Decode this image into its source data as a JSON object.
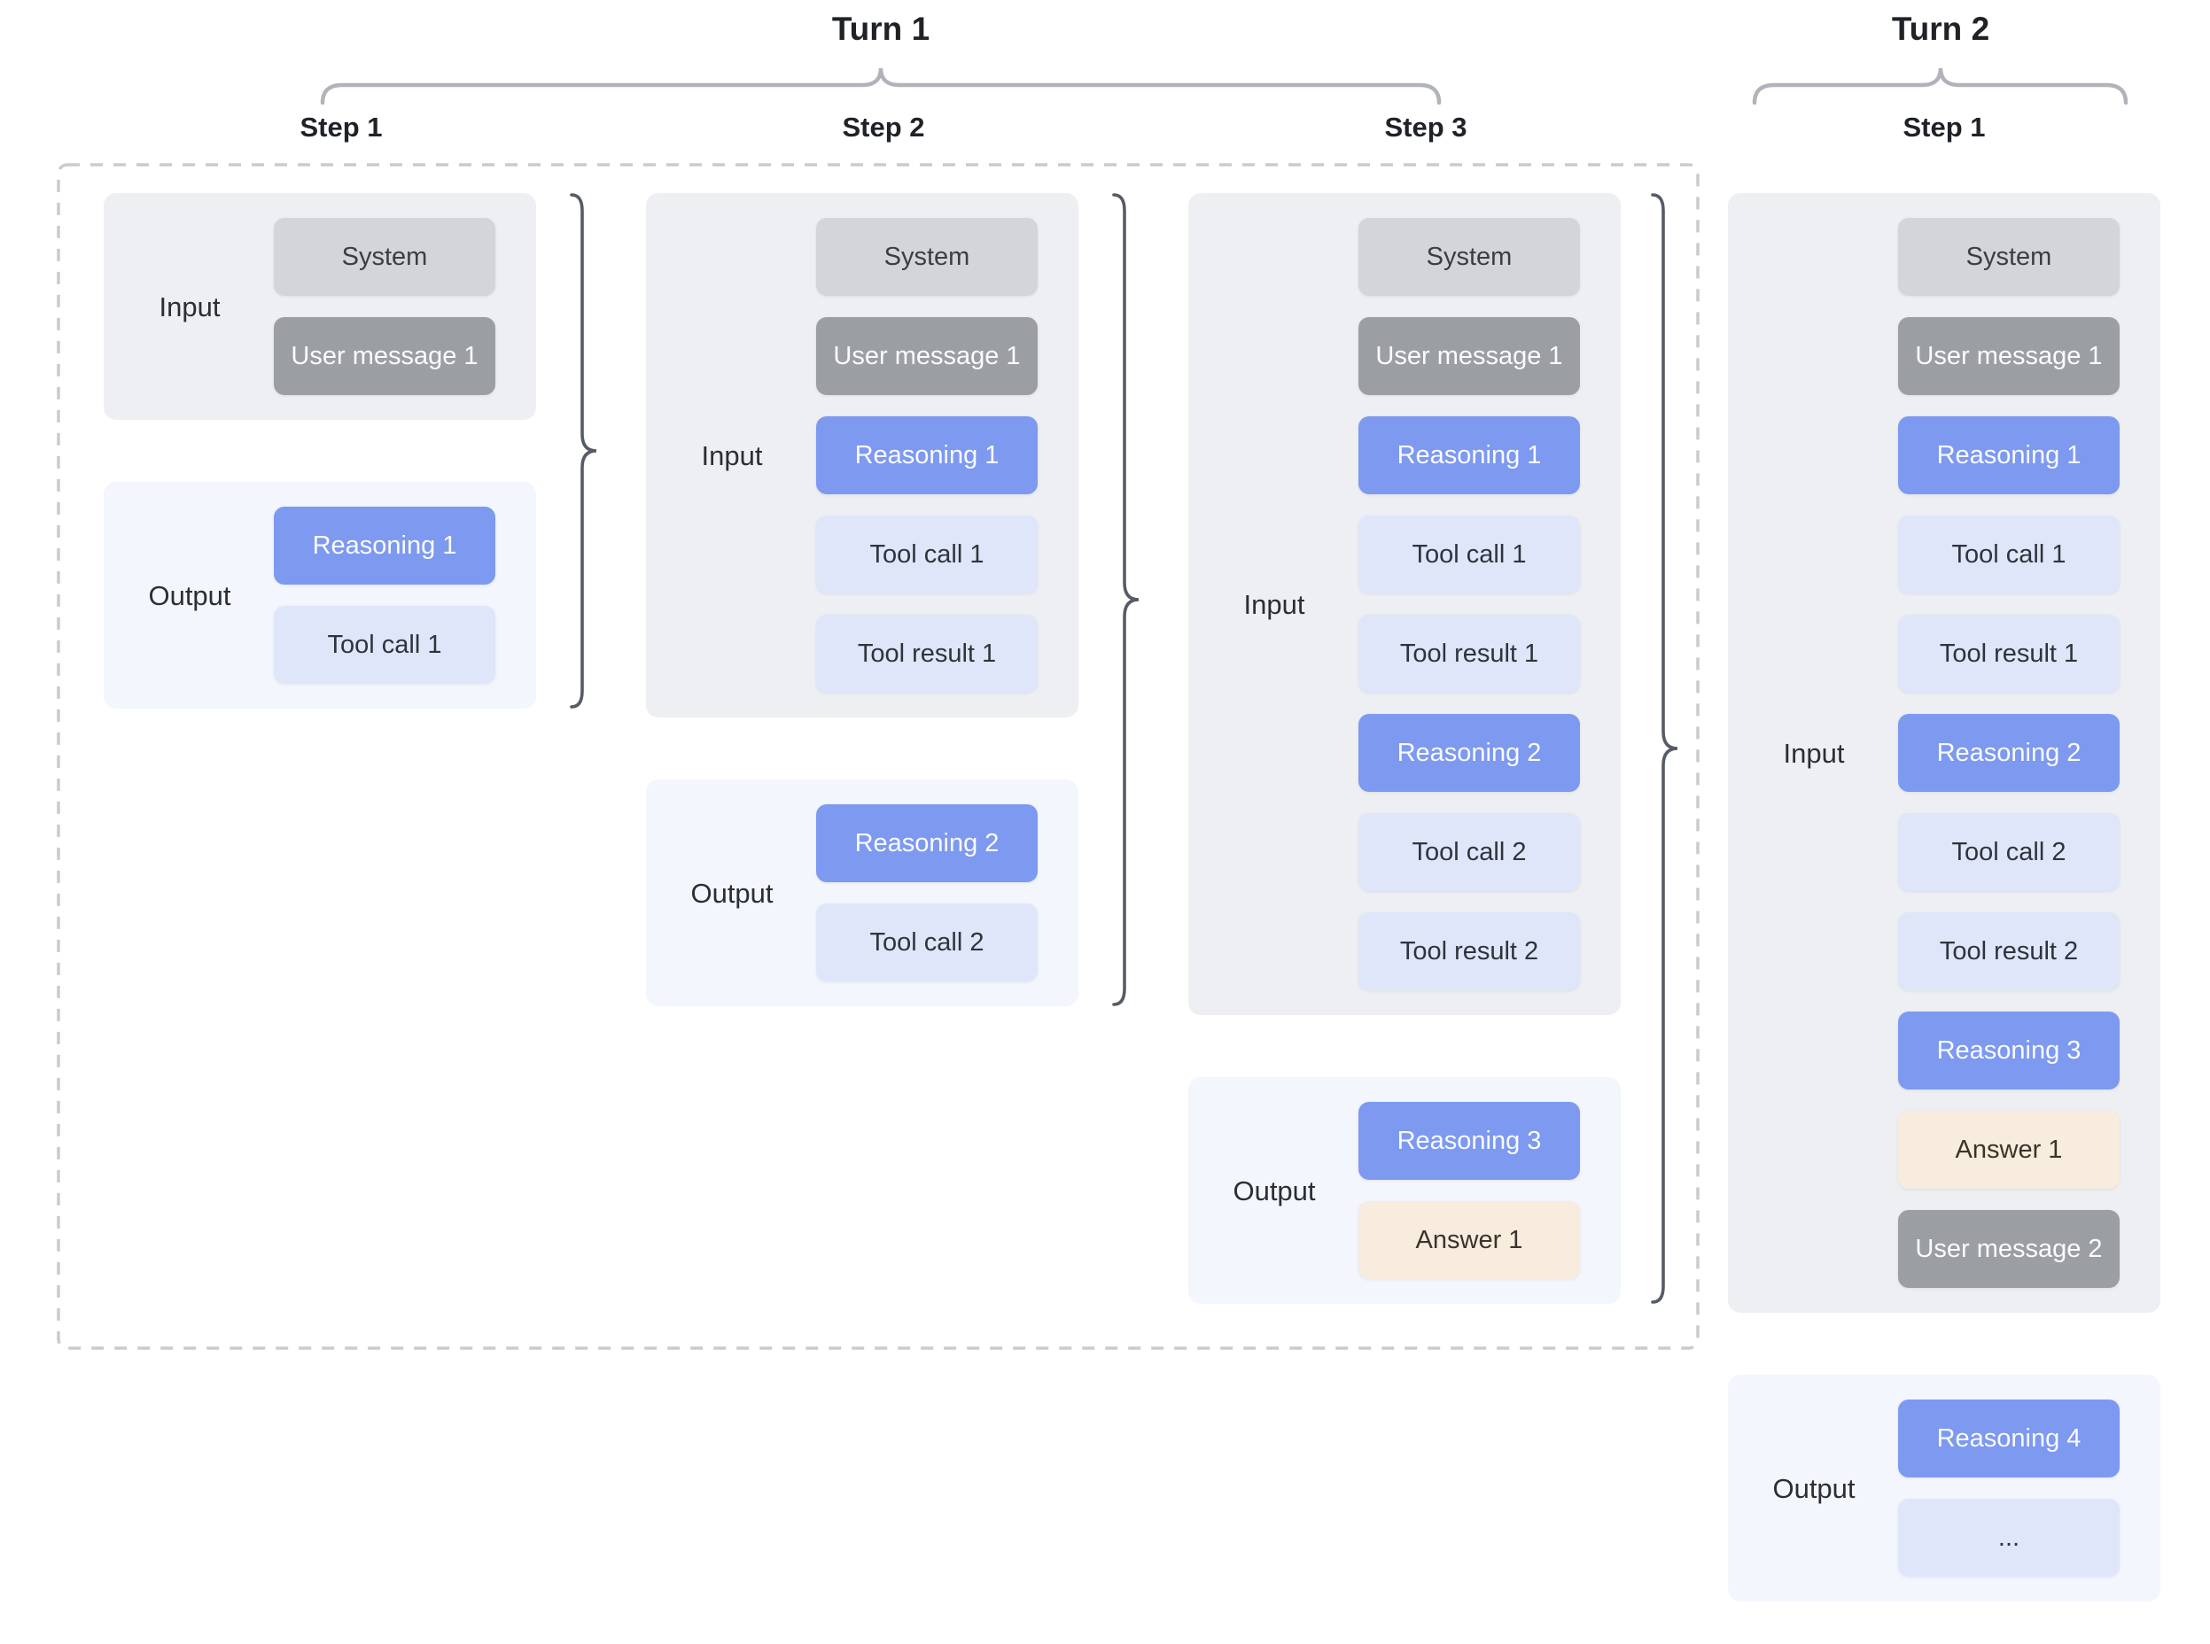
{
  "colors": {
    "page_background": "#ffffff",
    "system_block": "#d3d5d9",
    "user_message_block": "#9b9ea3",
    "reasoning_block": "#7d99f0",
    "tool_block": "#dfe6fa",
    "answer_block": "#f7ecdd",
    "input_panel": "#edeff2",
    "output_panel": "#f3f6fd",
    "step_brace": "#565c66",
    "turn_brace": "#b0b4ba",
    "dashed_border": "#c9cbce",
    "heading_text": "#1f2227"
  },
  "turn1": {
    "title": "Turn 1",
    "steps": [
      {
        "title": "Step 1",
        "input_label": "Input",
        "output_label": "Output",
        "input_blocks": [
          {
            "type": "system",
            "label": "System"
          },
          {
            "type": "user",
            "label": "User message 1"
          }
        ],
        "output_blocks": [
          {
            "type": "reasoning",
            "label": "Reasoning 1"
          },
          {
            "type": "tool",
            "label": "Tool call 1"
          }
        ]
      },
      {
        "title": "Step 2",
        "input_label": "Input",
        "output_label": "Output",
        "input_blocks": [
          {
            "type": "system",
            "label": "System"
          },
          {
            "type": "user",
            "label": "User message 1"
          },
          {
            "type": "reasoning",
            "label": "Reasoning 1"
          },
          {
            "type": "tool",
            "label": "Tool call 1"
          },
          {
            "type": "tool",
            "label": "Tool result 1"
          }
        ],
        "output_blocks": [
          {
            "type": "reasoning",
            "label": "Reasoning 2"
          },
          {
            "type": "tool",
            "label": "Tool call 2"
          }
        ]
      },
      {
        "title": "Step 3",
        "input_label": "Input",
        "output_label": "Output",
        "input_blocks": [
          {
            "type": "system",
            "label": "System"
          },
          {
            "type": "user",
            "label": "User message 1"
          },
          {
            "type": "reasoning",
            "label": "Reasoning 1"
          },
          {
            "type": "tool",
            "label": "Tool call 1"
          },
          {
            "type": "tool",
            "label": "Tool result 1"
          },
          {
            "type": "reasoning",
            "label": "Reasoning 2"
          },
          {
            "type": "tool",
            "label": "Tool call 2"
          },
          {
            "type": "tool",
            "label": "Tool result 2"
          }
        ],
        "output_blocks": [
          {
            "type": "reasoning",
            "label": "Reasoning 3"
          },
          {
            "type": "answer",
            "label": "Answer 1"
          }
        ]
      }
    ]
  },
  "turn2": {
    "title": "Turn 2",
    "steps": [
      {
        "title": "Step 1",
        "input_label": "Input",
        "output_label": "Output",
        "input_blocks": [
          {
            "type": "system",
            "label": "System"
          },
          {
            "type": "user",
            "label": "User message 1"
          },
          {
            "type": "reasoning",
            "label": "Reasoning 1"
          },
          {
            "type": "tool",
            "label": "Tool call 1"
          },
          {
            "type": "tool",
            "label": "Tool result 1"
          },
          {
            "type": "reasoning",
            "label": "Reasoning 2"
          },
          {
            "type": "tool",
            "label": "Tool call 2"
          },
          {
            "type": "tool",
            "label": "Tool result 2"
          },
          {
            "type": "reasoning",
            "label": "Reasoning 3"
          },
          {
            "type": "answer",
            "label": "Answer 1"
          },
          {
            "type": "user",
            "label": "User message 2"
          }
        ],
        "output_blocks": [
          {
            "type": "reasoning",
            "label": "Reasoning 4"
          },
          {
            "type": "tool",
            "label": "..."
          }
        ]
      }
    ]
  }
}
